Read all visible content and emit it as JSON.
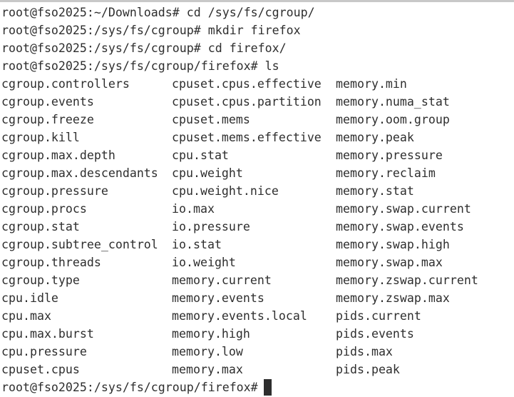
{
  "terminal": {
    "history": [
      {
        "prompt": "root@fso2025:~/Downloads#",
        "command": "cd /sys/fs/cgroup/"
      },
      {
        "prompt": "root@fso2025:/sys/fs/cgroup#",
        "command": "mkdir firefox"
      },
      {
        "prompt": "root@fso2025:/sys/fs/cgroup#",
        "command": "cd firefox/"
      },
      {
        "prompt": "root@fso2025:/sys/fs/cgroup/firefox#",
        "command": "ls"
      }
    ],
    "ls_rows": [
      [
        "cgroup.controllers",
        "cpuset.cpus.effective",
        "memory.min"
      ],
      [
        "cgroup.events",
        "cpuset.cpus.partition",
        "memory.numa_stat"
      ],
      [
        "cgroup.freeze",
        "cpuset.mems",
        "memory.oom.group"
      ],
      [
        "cgroup.kill",
        "cpuset.mems.effective",
        "memory.peak"
      ],
      [
        "cgroup.max.depth",
        "cpu.stat",
        "memory.pressure"
      ],
      [
        "cgroup.max.descendants",
        "cpu.weight",
        "memory.reclaim"
      ],
      [
        "cgroup.pressure",
        "cpu.weight.nice",
        "memory.stat"
      ],
      [
        "cgroup.procs",
        "io.max",
        "memory.swap.current"
      ],
      [
        "cgroup.stat",
        "io.pressure",
        "memory.swap.events"
      ],
      [
        "cgroup.subtree_control",
        "io.stat",
        "memory.swap.high"
      ],
      [
        "cgroup.threads",
        "io.weight",
        "memory.swap.max"
      ],
      [
        "cgroup.type",
        "memory.current",
        "memory.zswap.current"
      ],
      [
        "cpu.idle",
        "memory.events",
        "memory.zswap.max"
      ],
      [
        "cpu.max",
        "memory.events.local",
        "pids.current"
      ],
      [
        "cpu.max.burst",
        "memory.high",
        "pids.events"
      ],
      [
        "cpu.pressure",
        "memory.low",
        "pids.max"
      ],
      [
        "cpuset.cpus",
        "memory.max",
        "pids.peak"
      ]
    ],
    "current_prompt": "root@fso2025:/sys/fs/cgroup/firefox#",
    "colors": {
      "background": "#ffffff",
      "text": "#2e2e2e"
    }
  }
}
